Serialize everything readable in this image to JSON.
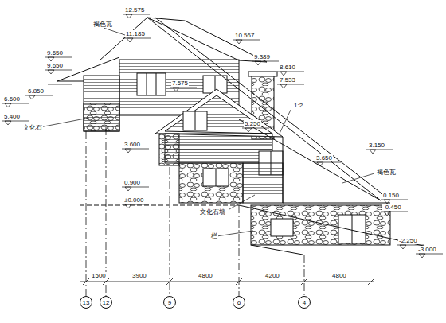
{
  "diagram": {
    "nodes": [
      {
        "text": [
          "13"
        ]
      },
      {
        "text": [
          "12"
        ]
      },
      {
        "text": [
          "9"
        ]
      },
      {
        "text": [
          "6"
        ]
      },
      {
        "text": [
          "4"
        ]
      }
    ],
    "labels": [
      "12.575",
      "褐色瓦",
      "11.185",
      "10.567",
      "9.650",
      "9.650",
      "9.389",
      "8.610",
      "7.575",
      "7.533",
      "6.850",
      "6.600",
      "1:2",
      "5.400",
      "文化石",
      "5.250",
      "3.600",
      "3.650",
      "3.150",
      "褐色瓦",
      "0.900",
      "±0.000",
      "文化石墙",
      "0.150",
      "-0.450",
      "栏",
      "-2.250",
      "-3.000",
      "1500",
      "3900",
      "4800",
      "4200",
      "4800"
    ]
  }
}
